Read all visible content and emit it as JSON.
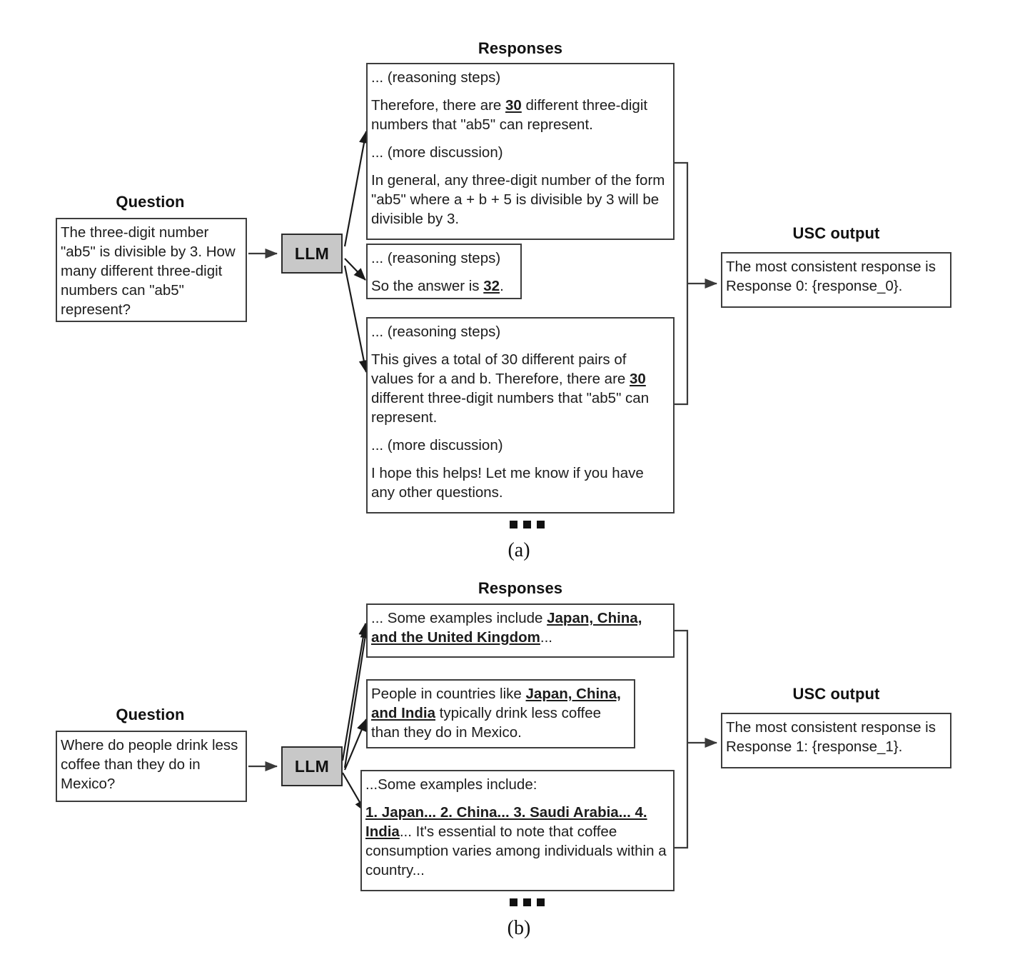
{
  "figure": {
    "panels": [
      {
        "label": "(a)",
        "question_heading": "Question",
        "question_text": "The three-digit number \"ab5\" is divisible by 3. How many different three-digit numbers can \"ab5\" represent?",
        "model_label": "LLM",
        "responses_heading": "Responses",
        "responses": [
          {
            "lines": [
              "... (reasoning steps)",
              "Therefore, there are 30 different three-digit numbers that \"ab5\" can represent.",
              "... (more discussion)",
              "In general, any three-digit number of the form \"ab5\" where a + b + 5 is divisible by 3 will be divisible by 3."
            ]
          },
          {
            "lines": [
              "... (reasoning steps)",
              "So the answer is 32."
            ]
          },
          {
            "lines": [
              "... (reasoning steps)",
              "This gives a total of 30 different pairs of values for a and b. Therefore, there are 30 different three-digit numbers that \"ab5\" can represent.",
              "... (more discussion)",
              "I hope this helps! Let me know if you have any other questions."
            ]
          }
        ],
        "ellipsis": "...",
        "output_heading": "USC output",
        "output_text": "The most consistent response is Response 0: {response_0}."
      },
      {
        "label": "(b)",
        "question_heading": "Question",
        "question_text": "Where do people drink less coffee than they do in Mexico?",
        "model_label": "LLM",
        "responses_heading": "Responses",
        "responses": [
          {
            "lines": [
              "... Some examples include Japan, China, and the United Kingdom..."
            ]
          },
          {
            "lines": [
              "People in countries like Japan, China, and India typically drink less coffee than they do in Mexico."
            ]
          },
          {
            "lines": [
              "...Some examples include:",
              "1. Japan... 2. China... 3. Saudi Arabia... 4. India... It's essential to note that coffee consumption varies among individuals within a country..."
            ]
          }
        ],
        "ellipsis": "...",
        "output_heading": "USC output",
        "output_text": "The most consistent response is Response 1: {response_1}."
      }
    ],
    "colors": {
      "llm_fill": "#c8c8c8",
      "stroke": "#3d3d3d",
      "text": "#1c1c1c"
    }
  }
}
